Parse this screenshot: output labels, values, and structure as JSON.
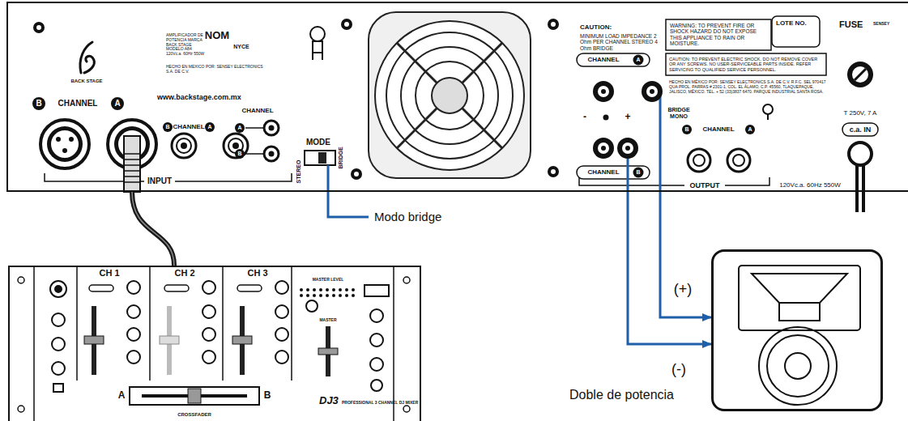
{
  "diagram": {
    "nodes": [
      {
        "text": [
          "www.backstage.com.mx"
        ]
      },
      {
        "text": [
          "DJ3",
          "PROFESSIONAL 3 CHANNEL DJ MIXER"
        ]
      },
      {
        "text": [
          "Doble de potencia"
        ]
      }
    ],
    "edges": [
      {
        "from": 1,
        "to": 0,
        "arrow": "none"
      },
      {
        "from": 0,
        "to": 2,
        "label": "(+)",
        "arrow": "to"
      },
      {
        "from": 0,
        "to": 2,
        "label": "(-)",
        "arrow": "to"
      }
    ],
    "labels": [
      "BACK STAGE",
      "AMPLIFICADOR DE POTENCIA MARCA BACK STAGE MODELO A84 120Vc.a. 60Hz 550W",
      "NOM",
      "NYCE",
      "HECHO EN MEXICO POR: SENSEY ELECTRONICS S.A. DE C.V.",
      "B",
      "CHANNEL",
      "A",
      "INPUT",
      "B",
      "CHANNEL",
      "A",
      "CHANNEL",
      "A",
      "B",
      "MODE",
      "STEREO",
      "BRIDGE",
      "Modo bridge",
      "CAUTION:",
      "MINIMUM LOAD IMPEDANCE 2 Ohm PER CHANNEL STEREO 4 Ohm BRIDGE",
      "WARNING: TO PREVENT FIRE OR SHOCK HAZARD DO NOT EXPOSE THIS APPLIANCE TO RAIN OR MOISTURE.",
      "LOTE NO.",
      "FUSE",
      "SENSEY",
      "CAUTION: TO PREVENT ELECTRIC SHOCK, DO NOT REMOVE COVER OR ANY SCREWS. NO USER-SERVICEABLE PARTS INSIDE. REFER SERVICING TO QUALIFIED SERVICE PERSONNEL.",
      "HECHO EN MÉXICO POR: SENSEY ELECTRONICS S.A. DE C.V. R.F.C. SEL 970417 QUA PROL. PARRAS # 2301-1, COL. EL ÁLAMO, C.P. 45560, TLAQUEPAQUE, JALISCO, MÉXICO. TEL. + 52 (33)3837 6470. PARQUE INDUSTRIAL SANTA ROSA.",
      "T 250V, 7 A",
      "c.a. IN",
      "120Vc.a. 60Hz 550W",
      "CHANNEL",
      "A",
      "-",
      "+",
      "BRIDGE MONO",
      "CHANNEL",
      "B",
      "B",
      "CHANNEL",
      "A",
      "OUTPUT",
      "CH 1",
      "CH 2",
      "CH 3",
      "MASTER LEVEL",
      "MASTER",
      "CROSSFADER",
      "A",
      "B"
    ]
  }
}
